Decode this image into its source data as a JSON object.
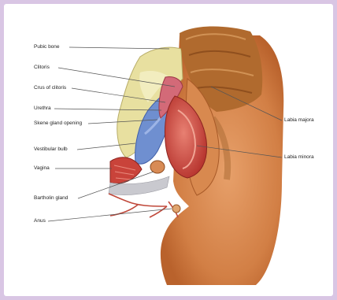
{
  "diagram": {
    "left_labels": [
      "Pubic bone",
      "Clitoris",
      "Crus of clitoris",
      "Urethra",
      "Skene gland opening",
      "Vestibular bulb",
      "Vagina",
      "Bartholin gland",
      "Anus"
    ],
    "right_labels": [
      "Labia majora",
      "Labia minora"
    ]
  }
}
